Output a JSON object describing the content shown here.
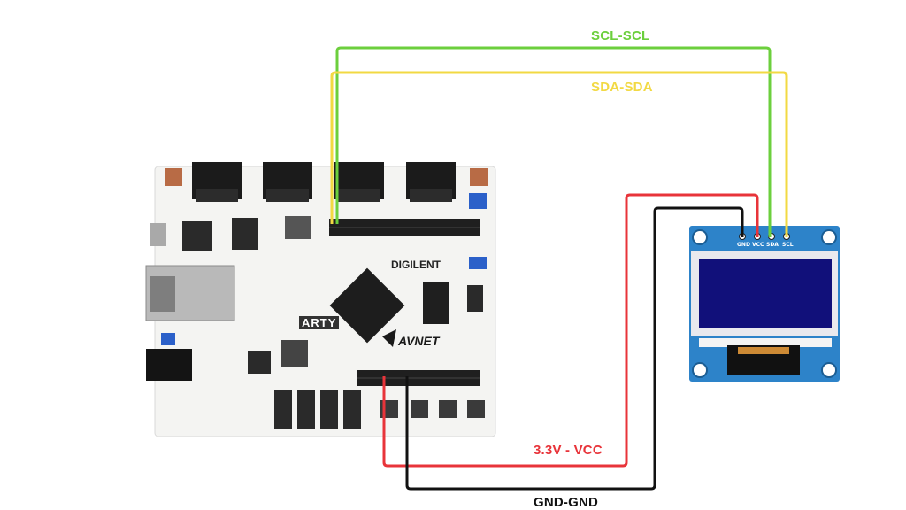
{
  "wires": {
    "scl": {
      "label": "SCL-SCL",
      "color": "#6ccf3d"
    },
    "sda": {
      "label": "SDA-SDA",
      "color": "#f2d943"
    },
    "vcc": {
      "label": "3.3V - VCC",
      "color": "#e8343a"
    },
    "gnd": {
      "label": "GND-GND",
      "color": "#111111"
    }
  },
  "board": {
    "brand": "DIGILENT",
    "model": "ARTY",
    "vendor": "AVNET"
  },
  "oled": {
    "pins": [
      "GND",
      "VCC",
      "SDA",
      "SCL"
    ],
    "pcb_color": "#2d83c9",
    "screen_color": "#11107a"
  }
}
